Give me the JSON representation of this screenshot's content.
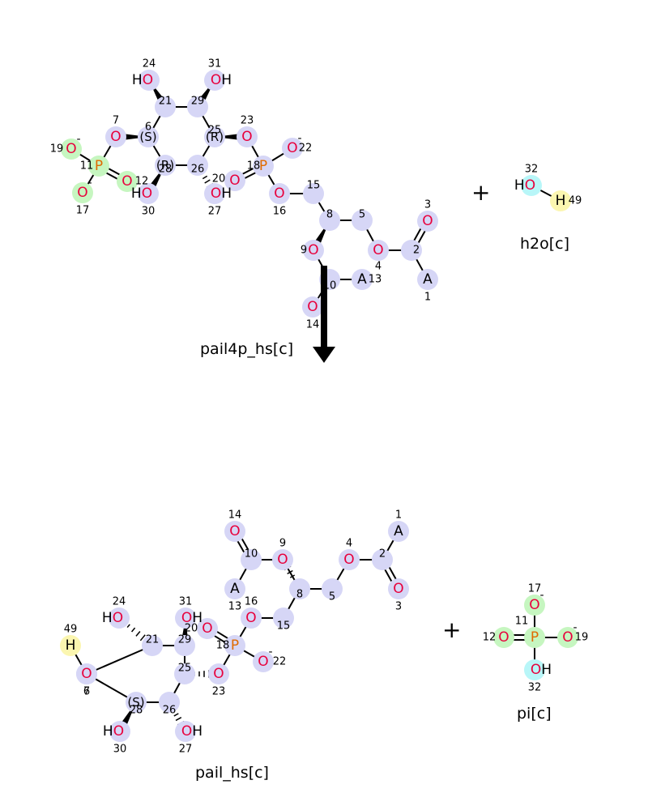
{
  "reaction": {
    "reactants": [
      {
        "id": "pail4p",
        "label": "pail4p_hs[c]"
      },
      {
        "id": "h2o",
        "label": "h2o[c]"
      }
    ],
    "products": [
      {
        "id": "pail",
        "label": "pail_hs[c]"
      },
      {
        "id": "pi",
        "label": "pi[c]"
      }
    ],
    "plus_symbol": "+"
  },
  "colors": {
    "oxygen": "#e8003c",
    "phosphorus": "#e06a00",
    "highlight_default": "#d6d6f6",
    "highlight_green": "#c6f6c0",
    "highlight_cyan": "#b8f6f8",
    "highlight_yellow": "#fbf6b0"
  },
  "molecules": {
    "pail4p": {
      "atoms": [
        {
          "n": "24",
          "sym": "HO",
          "hl": "default"
        },
        {
          "n": "31",
          "sym": "OH",
          "hl": "default"
        },
        {
          "n": "21",
          "sym": "",
          "hl": "default"
        },
        {
          "n": "29",
          "sym": "",
          "hl": "default"
        },
        {
          "n": "7",
          "sym": "O",
          "hl": "default"
        },
        {
          "n": "6",
          "sym": "",
          "hl": "default",
          "stereo": "(S)"
        },
        {
          "n": "25",
          "sym": "",
          "hl": "default",
          "stereo": "(R)"
        },
        {
          "n": "23",
          "sym": "O",
          "hl": "default"
        },
        {
          "n": "19",
          "sym": "O",
          "hl": "green",
          "charge": "-"
        },
        {
          "n": "11",
          "sym": "P",
          "hl": "green"
        },
        {
          "n": "12",
          "sym": "O",
          "hl": "green"
        },
        {
          "n": "17",
          "sym": "O",
          "hl": "green",
          "charge": "-"
        },
        {
          "n": "28",
          "sym": "",
          "hl": "default",
          "stereo": "(R)"
        },
        {
          "n": "26",
          "sym": "",
          "hl": "default"
        },
        {
          "n": "30",
          "sym": "HO",
          "hl": "default"
        },
        {
          "n": "27",
          "sym": "OH",
          "hl": "default"
        },
        {
          "n": "18",
          "sym": "P",
          "hl": "default"
        },
        {
          "n": "22",
          "sym": "O",
          "hl": "default",
          "charge": "-"
        },
        {
          "n": "20",
          "sym": "O",
          "hl": "default"
        },
        {
          "n": "16",
          "sym": "O",
          "hl": "default"
        },
        {
          "n": "15",
          "sym": "",
          "hl": "default"
        },
        {
          "n": "8",
          "sym": "",
          "hl": "default"
        },
        {
          "n": "5",
          "sym": "",
          "hl": "default"
        },
        {
          "n": "9",
          "sym": "O",
          "hl": "default"
        },
        {
          "n": "4",
          "sym": "O",
          "hl": "default"
        },
        {
          "n": "2",
          "sym": "",
          "hl": "default"
        },
        {
          "n": "3",
          "sym": "O",
          "hl": "default"
        },
        {
          "n": "1",
          "sym": "A",
          "hl": "default"
        },
        {
          "n": "10",
          "sym": "",
          "hl": "default"
        },
        {
          "n": "13",
          "sym": "A",
          "hl": "default"
        },
        {
          "n": "14",
          "sym": "O",
          "hl": "default"
        }
      ]
    },
    "h2o": {
      "atoms": [
        {
          "n": "32",
          "sym": "HO",
          "hl": "cyan"
        },
        {
          "n": "49",
          "sym": "H",
          "hl": "yellow"
        }
      ]
    },
    "pail": {
      "atoms": [
        {
          "n": "14",
          "sym": "O",
          "hl": "default"
        },
        {
          "n": "1",
          "sym": "A",
          "hl": "default"
        },
        {
          "n": "10",
          "sym": "",
          "hl": "default"
        },
        {
          "n": "9",
          "sym": "O",
          "hl": "default"
        },
        {
          "n": "4",
          "sym": "O",
          "hl": "default"
        },
        {
          "n": "2",
          "sym": "",
          "hl": "default"
        },
        {
          "n": "3",
          "sym": "O",
          "hl": "default"
        },
        {
          "n": "13",
          "sym": "A",
          "hl": "default"
        },
        {
          "n": "8",
          "sym": "",
          "hl": "default"
        },
        {
          "n": "5",
          "sym": "",
          "hl": "default"
        },
        {
          "n": "16",
          "sym": "O",
          "hl": "default"
        },
        {
          "n": "15",
          "sym": "",
          "hl": "default"
        },
        {
          "n": "24",
          "sym": "HO",
          "hl": "default"
        },
        {
          "n": "31",
          "sym": "OH",
          "hl": "default"
        },
        {
          "n": "20",
          "sym": "O",
          "hl": "default"
        },
        {
          "n": "18",
          "sym": "P",
          "hl": "default"
        },
        {
          "n": "22",
          "sym": "O",
          "hl": "default",
          "charge": "-"
        },
        {
          "n": "49",
          "sym": "H",
          "hl": "yellow"
        },
        {
          "n": "21",
          "sym": "",
          "hl": "default"
        },
        {
          "n": "29",
          "sym": "",
          "hl": "default"
        },
        {
          "n": "6",
          "sym": "",
          "hl": "default"
        },
        {
          "n": "7",
          "sym": "O",
          "hl": "default"
        },
        {
          "n": "25",
          "sym": "",
          "hl": "default"
        },
        {
          "n": "23",
          "sym": "O",
          "hl": "default"
        },
        {
          "n": "28",
          "sym": "",
          "hl": "default",
          "stereo": "(S)"
        },
        {
          "n": "26",
          "sym": "",
          "hl": "default"
        },
        {
          "n": "30",
          "sym": "HO",
          "hl": "default"
        },
        {
          "n": "27",
          "sym": "OH",
          "hl": "default"
        }
      ]
    },
    "pi": {
      "atoms": [
        {
          "n": "17",
          "sym": "O",
          "hl": "green",
          "charge": "-"
        },
        {
          "n": "12",
          "sym": "O",
          "hl": "green"
        },
        {
          "n": "11",
          "sym": "P",
          "hl": "green"
        },
        {
          "n": "19",
          "sym": "O",
          "hl": "green",
          "charge": "-"
        },
        {
          "n": "32",
          "sym": "OH",
          "hl": "cyan"
        }
      ]
    }
  }
}
